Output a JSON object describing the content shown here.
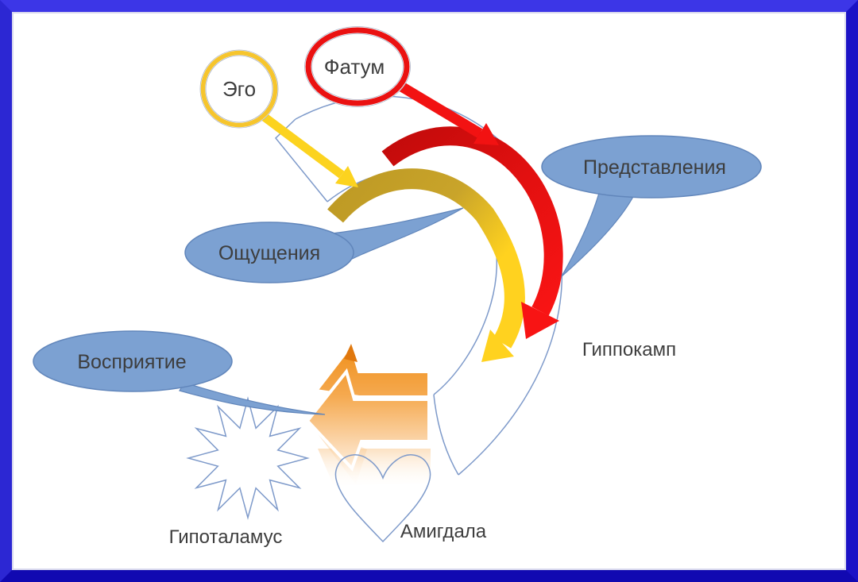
{
  "nodes": {
    "ego": {
      "label": "Эго",
      "border_color": "#f6c52d"
    },
    "fatum": {
      "label": "Фатум",
      "border_color": "#ea1111"
    }
  },
  "callouts": {
    "sensations": {
      "label": "Ощущения",
      "fill": "#7ca1d2"
    },
    "representations": {
      "label": "Представления",
      "fill": "#7ca1d2"
    },
    "perception": {
      "label": "Восприятие",
      "fill": "#7ca1d2"
    }
  },
  "labels": {
    "hippocampus": {
      "text": "Гиппокамп"
    },
    "hypothalamus": {
      "text": "Гипоталамус"
    },
    "amygdala": {
      "text": "Амигдала"
    }
  },
  "colors": {
    "frame_top": "#3c36e7",
    "frame_left": "#2c27d3",
    "frame_right": "#1b12c6",
    "frame_bottom": "#1109b1",
    "callout_fill": "#7ca1d2",
    "outline_blue": "#7e9aca",
    "gold_arc": "#c6a32b",
    "yellow": "#ffd21f",
    "red": "#ee1111",
    "orange": "#f0911c",
    "text": "#3d3d3d"
  }
}
